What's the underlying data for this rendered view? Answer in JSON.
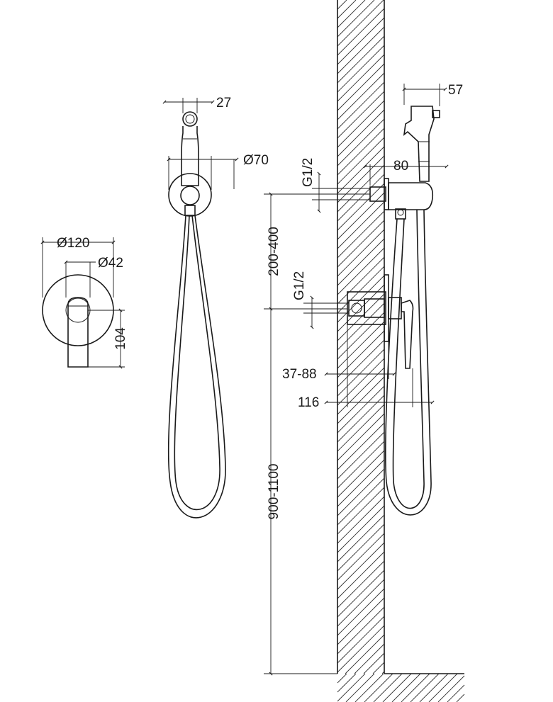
{
  "dimensions": {
    "d120": "Ø120",
    "d42": "Ø42",
    "h104": "104",
    "w27": "27",
    "d70": "Ø70",
    "w57": "57",
    "w80": "80",
    "thread_upper": "G1/2",
    "thread_lower": "G1/2",
    "range_200_400": "200-400",
    "range_37_88": "37-88",
    "w116": "116",
    "range_900_1100": "900-1100"
  }
}
